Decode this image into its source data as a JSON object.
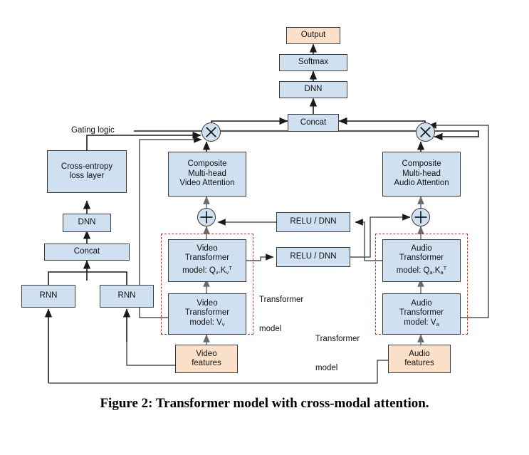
{
  "figure": {
    "caption": "Figure 2: Transformer model with cross-modal attention.",
    "colors": {
      "box_blue": "#cfe0f1",
      "box_peach": "#fae0c8",
      "box_border": "#3b3b3b",
      "dashed_group": "#e8271b",
      "wire": "#555555",
      "wire_dark": "#1a1a1a",
      "background": "#ffffff"
    }
  },
  "nodes": {
    "output": "Output",
    "softmax": "Softmax",
    "dnn_top": "DNN",
    "concat_top": "Concat",
    "cross_entropy": "Cross-entropy\nloss layer",
    "dnn_left": "DNN",
    "concat_left": "Concat",
    "rnn_left": "RNN",
    "rnn_right": "RNN",
    "composite_video_l1": "Composite",
    "composite_video_l2": "Multi-head",
    "composite_video_l3": "Video Attention",
    "composite_audio_l1": "Composite",
    "composite_audio_l2": "Multi-head",
    "composite_audio_l3": "Audio Attention",
    "video_qk_l1": "Video",
    "video_qk_l2": "Transformer",
    "video_qk_l3_prefix": "model: Q",
    "video_qk_sub1": "v",
    "video_qk_mid": ".K",
    "video_qk_sub2": "v",
    "video_qk_sup": "T",
    "video_v_l1": "Video",
    "video_v_l2": "Transformer",
    "video_v_l3_prefix": "model: V",
    "video_v_sub": "v",
    "audio_qk_l1": "Audio",
    "audio_qk_l2": "Transformer",
    "audio_qk_l3_prefix": "model: Q",
    "audio_qk_sub1": "a",
    "audio_qk_mid": ".K",
    "audio_qk_sub2": "a",
    "audio_qk_sup": "T",
    "audio_v_l1": "Audio",
    "audio_v_l2": "Transformer",
    "audio_v_l3_prefix": "model: V",
    "audio_v_sub": "a",
    "relu_dnn_upper": "RELU / DNN",
    "relu_dnn_lower": "RELU / DNN",
    "video_features_l1": "Video",
    "video_features_l2": "features",
    "audio_features_l1": "Audio",
    "audio_features_l2": "features"
  },
  "labels": {
    "gating_logic": "Gating logic",
    "transformer_model_video_l1": "Transformer",
    "transformer_model_video_l2": "model",
    "transformer_model_audio_l1": "Transformer",
    "transformer_model_audio_l2": "model"
  },
  "operators": {
    "multiply_video": "multiply-operator",
    "multiply_audio": "multiply-operator",
    "add_video": "plus-operator",
    "add_audio": "plus-operator"
  }
}
